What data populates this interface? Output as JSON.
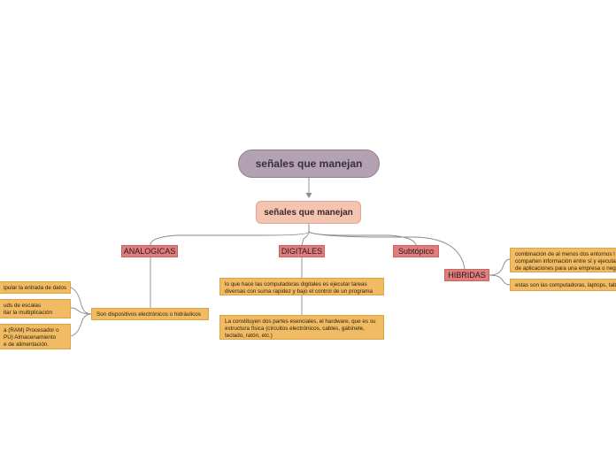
{
  "root": {
    "label": "señales que manejan"
  },
  "main": {
    "label": "señales que manejan"
  },
  "categories": {
    "analogicas": "ANALOGICAS",
    "digitales": "DIGITALES",
    "subtopico": "Subtópico",
    "hibridas": "HIBRIDAS"
  },
  "analogicas": {
    "main_leaf": "Son dispositivos electrónicos o hidráulicos",
    "subleaves": [
      [
        "ipular la entrada de datos"
      ],
      [
        "uds de escalas",
        "itar la multiplicación"
      ],
      [
        "a (RAM) Procesador o",
        "PU) Almacenamiento",
        "e de alimentación."
      ]
    ]
  },
  "digitales": {
    "leaves": [
      [
        "lo que hace las computadoras digitales es ejecutar tareas",
        "diversas con suma rapidez y bajo el control de un programa"
      ],
      [
        "La constituyen dos partes esenciales, el hardware, que es su",
        "estructura física (circuitos electrónicos, cables, gabinete,",
        "teclado, ratón, etc.)"
      ]
    ]
  },
  "hibridas": {
    "leaves": [
      [
        "combinación de al menos dos entornos l",
        "comparten información entre sí y ejecuta",
        "de aplicaciones para una empresa o neg"
      ],
      [
        "estas son las computadoras, laptops, tab"
      ]
    ]
  },
  "colors": {
    "root": "#b2a2b2",
    "main": "#f4c4b0",
    "category": "#e07c7c",
    "leaf": "#f0bb63",
    "connector": "#8a8a8a"
  }
}
